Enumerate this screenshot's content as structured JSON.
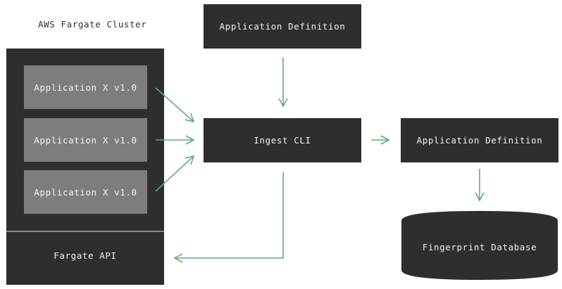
{
  "cluster": {
    "title": "AWS Fargate Cluster",
    "apps": [
      {
        "label": "Application X v1.0"
      },
      {
        "label": "Application X v1.0"
      },
      {
        "label": "Application X v1.0"
      }
    ],
    "api_label": "Fargate API"
  },
  "app_definition_top": {
    "label": "Application Definition"
  },
  "ingest_cli": {
    "label": "Ingest CLI"
  },
  "app_definition_right": {
    "label": "Application Definition"
  },
  "database": {
    "label": "Fingerprint Database"
  },
  "colors": {
    "box": "#2e2e2e",
    "app": "#7d7d7d",
    "arrow": "#5fae73",
    "text_light": "#f2f2f2"
  }
}
